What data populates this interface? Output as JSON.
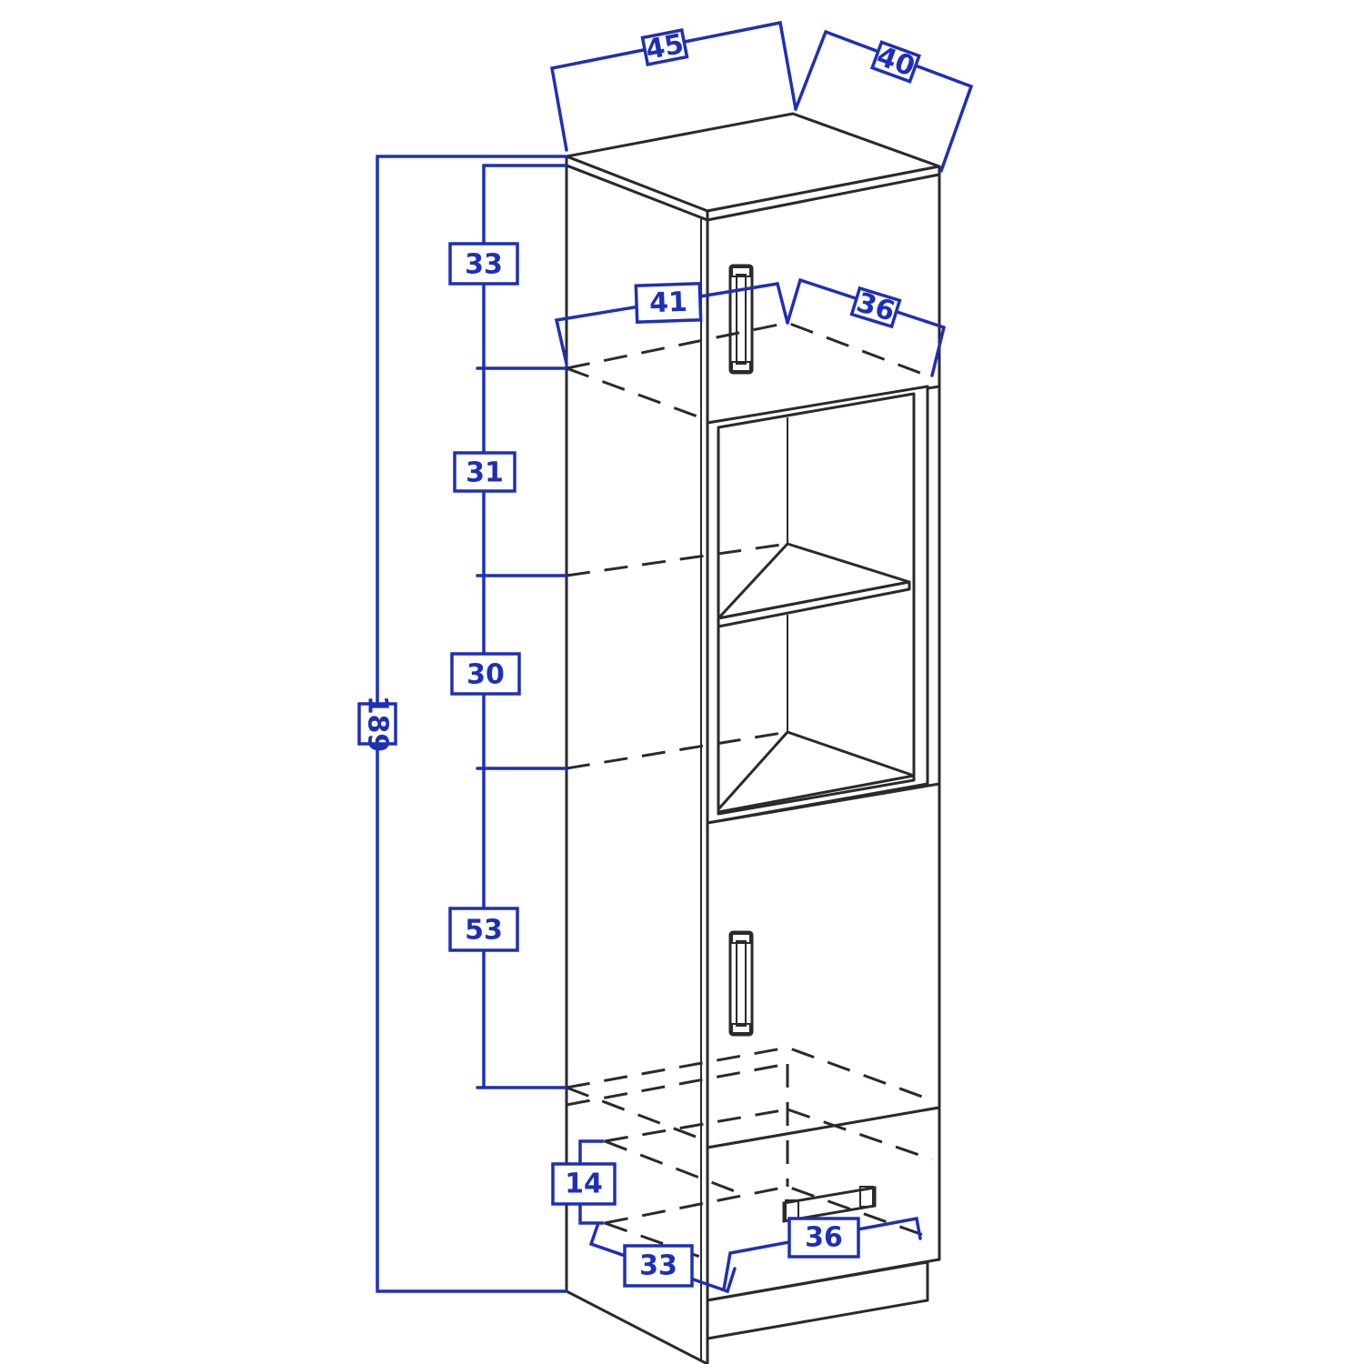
{
  "diagram": {
    "colors": {
      "dimension": "#1f2fb5",
      "outline": "#2a2a2a",
      "background": "#ffffff"
    },
    "dimensions": {
      "top_width": "45",
      "top_depth": "40",
      "total_height": "189",
      "upper_compartment_height": "33",
      "upper_inner_width": "41",
      "upper_inner_depth": "36",
      "open_shelf_upper_height": "31",
      "open_shelf_lower_height": "30",
      "lower_compartment_height": "53",
      "drawer_height": "14",
      "drawer_depth": "33",
      "drawer_width": "36"
    }
  }
}
